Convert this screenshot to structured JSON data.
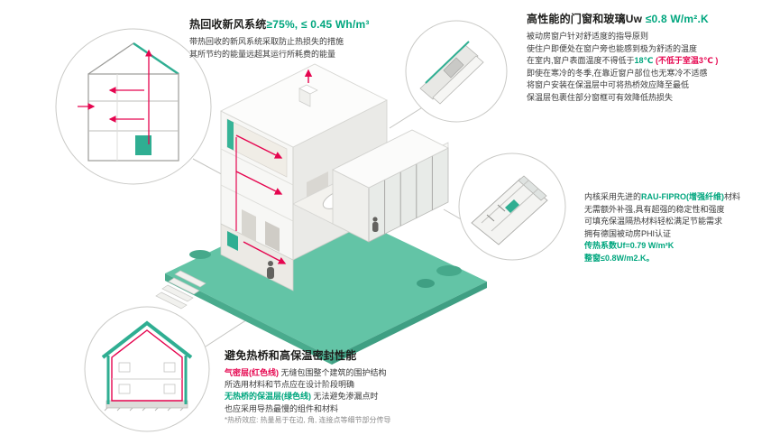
{
  "colors": {
    "green": "#00a67e",
    "red": "#e5054f",
    "ground_teal": "#63c4a6"
  },
  "icons": {
    "callout1": "ventilation-house-section-illustration",
    "callout2": "window-corner-detail-illustration",
    "callout3": "window-profile-cutaway-illustration",
    "callout4": "insulated-envelope-house-illustration",
    "center": "isometric-passive-house-cutaway-illustration"
  },
  "ventilation": {
    "title_black": "热回收新风系统",
    "title_green": "≥75%, ≤ 0.45 Wh/m³",
    "line1": "带热回收的新风系统采取防止热损失的措施",
    "line2": "其所节约的能量远超其运行所耗费的能量"
  },
  "windows": {
    "title_black": "高性能的门窗和玻璃Uw ",
    "title_green": "≤0.8 W/m².K",
    "line1": "被动房窗户针对舒适度的指导原则",
    "line2": "使住户即便处在窗户旁也能感到极为舒适的温度",
    "line3a": "在室内,窗户表面温度不得低于",
    "line3b": "18℃",
    "line3c": " (不低于室温3℃ )",
    "line4": "即使在寒冷的冬季,在靠近窗户部位也无寒冷不适感",
    "line5": "将窗户安装在保温层中可将热桥效应降至最低",
    "line6": "保温层包裹住部分窗框可有效降低热损失"
  },
  "material": {
    "line1a": "内核采用先进的",
    "line1b": "RAU-FIPRO(增强纤维)",
    "line1c": "材料",
    "line2": "无需额外补强,具有超强的稳定性和强度",
    "line3": "可填充保温隔热材料轻松满足节能需求",
    "line4": "拥有德国被动房PHI认证",
    "line5": "传热系数Uf=0.79 W/m²K",
    "line6": "整窗≤0.8W/m2.K。"
  },
  "thermal": {
    "title": "避免热桥和高保温密封性能",
    "line1a": "气密层(红色线)",
    "line1b": " 无缝包围整个建筑的围护结构",
    "line2": "所选用材料和节点应在设计阶段明确",
    "line3a": "无热桥的保温层(绿色线)",
    "line3b": " 无法避免渗漏点时",
    "line4": "也应采用导热最慢的组件和材料",
    "footnote": "*热桥效应: 热量易于在边, 角, 连接点等细节部分传导"
  }
}
